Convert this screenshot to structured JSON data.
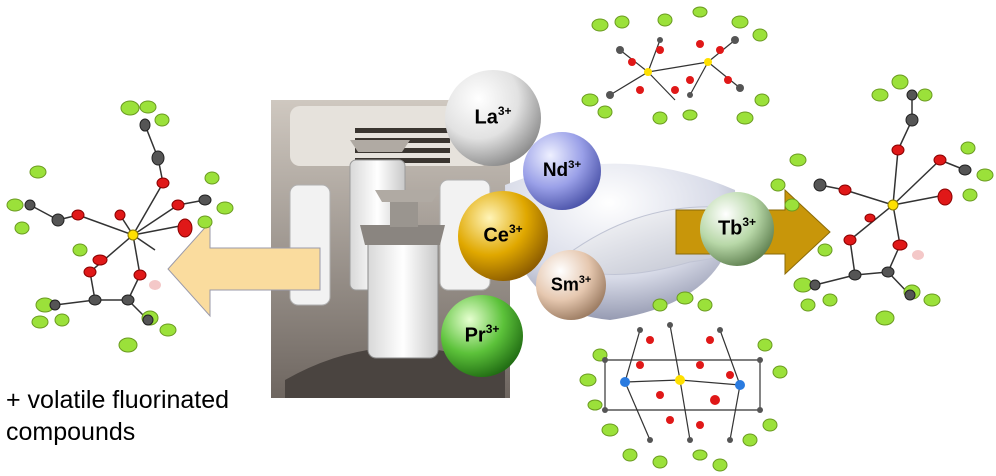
{
  "caption": {
    "line1": "+ volatile fluorinated",
    "line2": "compounds"
  },
  "ions": [
    {
      "symbol": "La",
      "charge": "3+",
      "color": "#e8e8e8"
    },
    {
      "symbol": "Nd",
      "charge": "3+",
      "color": "#9aa0e8"
    },
    {
      "symbol": "Ce",
      "charge": "3+",
      "color": "#e0a800"
    },
    {
      "symbol": "Sm",
      "charge": "3+",
      "color": "#e6c8b0"
    },
    {
      "symbol": "Pr",
      "charge": "3+",
      "color": "#5cc23a"
    },
    {
      "symbol": "Tb",
      "charge": "3+",
      "color": "#b8d8a8"
    }
  ],
  "colors": {
    "left_arrow": "#fadc9e",
    "right_arrow": "#c8960a",
    "fluorine": "#9be13a",
    "oxygen": "#e01818",
    "carbon": "#555555",
    "metal": "#ffe000",
    "nitrogen": "#2a7be0"
  },
  "icons": {
    "mill": "ball-mill-photo",
    "mortar": "mortar-and-pestle",
    "structures": "molecular-structure-icon"
  }
}
